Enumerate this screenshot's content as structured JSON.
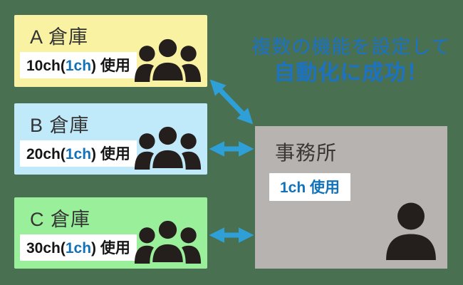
{
  "message": {
    "line1": "複数の機能を設定して",
    "line2": "自動化に成功！"
  },
  "warehouses": [
    {
      "title": "A 倉庫",
      "label_prefix": "10ch(",
      "label_highlight": "1ch",
      "label_suffix": ") 使用",
      "bg_color": "#f8f2a2"
    },
    {
      "title": "B 倉庫",
      "label_prefix": "20ch(",
      "label_highlight": "1ch",
      "label_suffix": ") 使用",
      "bg_color": "#c0e9fa"
    },
    {
      "title": "C 倉庫",
      "label_prefix": "30ch(",
      "label_highlight": "1ch",
      "label_suffix": ") 使用",
      "bg_color": "#9aef9b"
    }
  ],
  "office": {
    "title": "事務所",
    "channel_label": "1ch 使用",
    "bg_color": "#b6b3b1"
  },
  "icons": {
    "warehouse_icon": "people-group-icon",
    "office_icon": "person-icon"
  },
  "colors": {
    "background": "#4a7052",
    "arrow_blue": "#2f9fd8",
    "channel_accent_blue": "#1272b9",
    "message_blue": "#1c72c3",
    "icon_dark": "#241f1c",
    "title_text": "#333333"
  }
}
